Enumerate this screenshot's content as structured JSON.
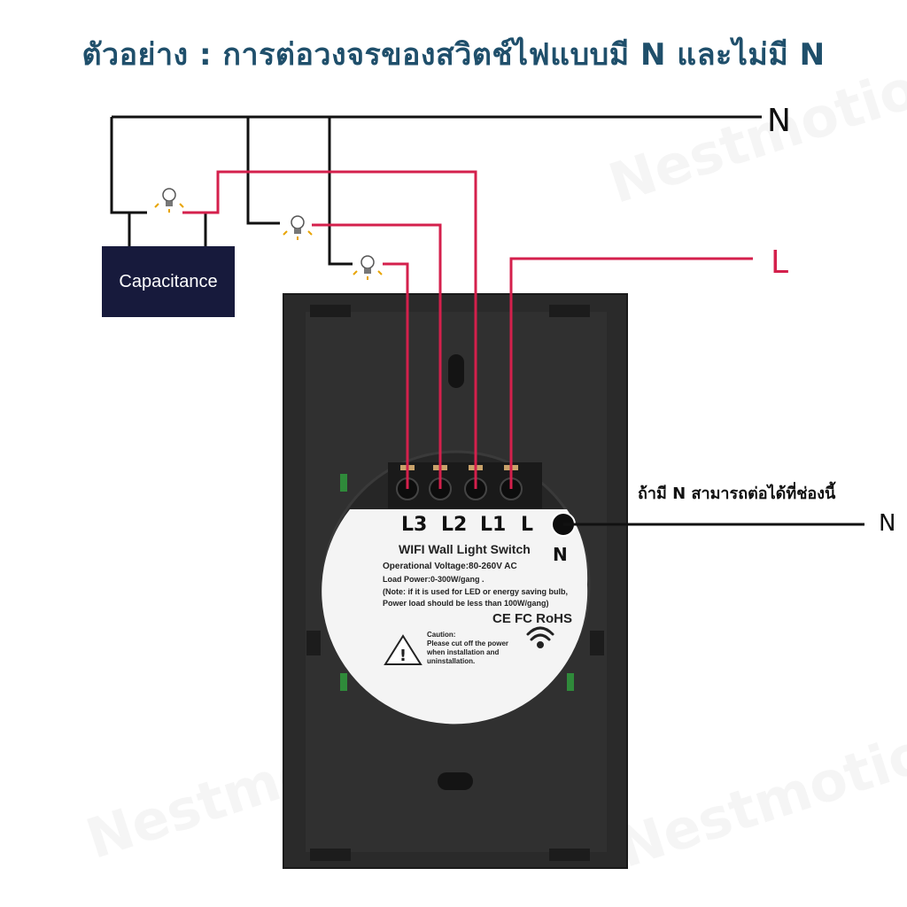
{
  "title": "ตัวอย่าง : การต่อวงจรของสวิตช์ไฟแบบมี N และไม่มี N",
  "labels": {
    "neutral": "N",
    "live": "L",
    "capacitance": "Capacitance",
    "note": "ถ้ามี N สามารถต่อได้ที่ช่องนี้",
    "neutral_side": "N",
    "hole_n": "N"
  },
  "terminals": [
    "L3",
    "L2",
    "L1",
    "L"
  ],
  "device": {
    "name": "WIFI Wall Light Switch",
    "spec1": "Operational Voltage:80-260V AC",
    "spec2": "Load Power:0-300W/gang .",
    "spec3": "(Note: if it is used for LED or energy saving bulb,",
    "spec4": "Power load should be less than 100W/gang)",
    "certs": "CE FC RoHS",
    "caution_title": "Caution:",
    "caution_body": "Please cut off the power when installation and uninstallation."
  },
  "watermark": "Nestmotion",
  "colors": {
    "title": "#1f4f6b",
    "live_wire": "#d4204c",
    "neutral_wire": "#111111",
    "switch_body": "#2b2b2b",
    "cap_box": "#171a3c"
  }
}
